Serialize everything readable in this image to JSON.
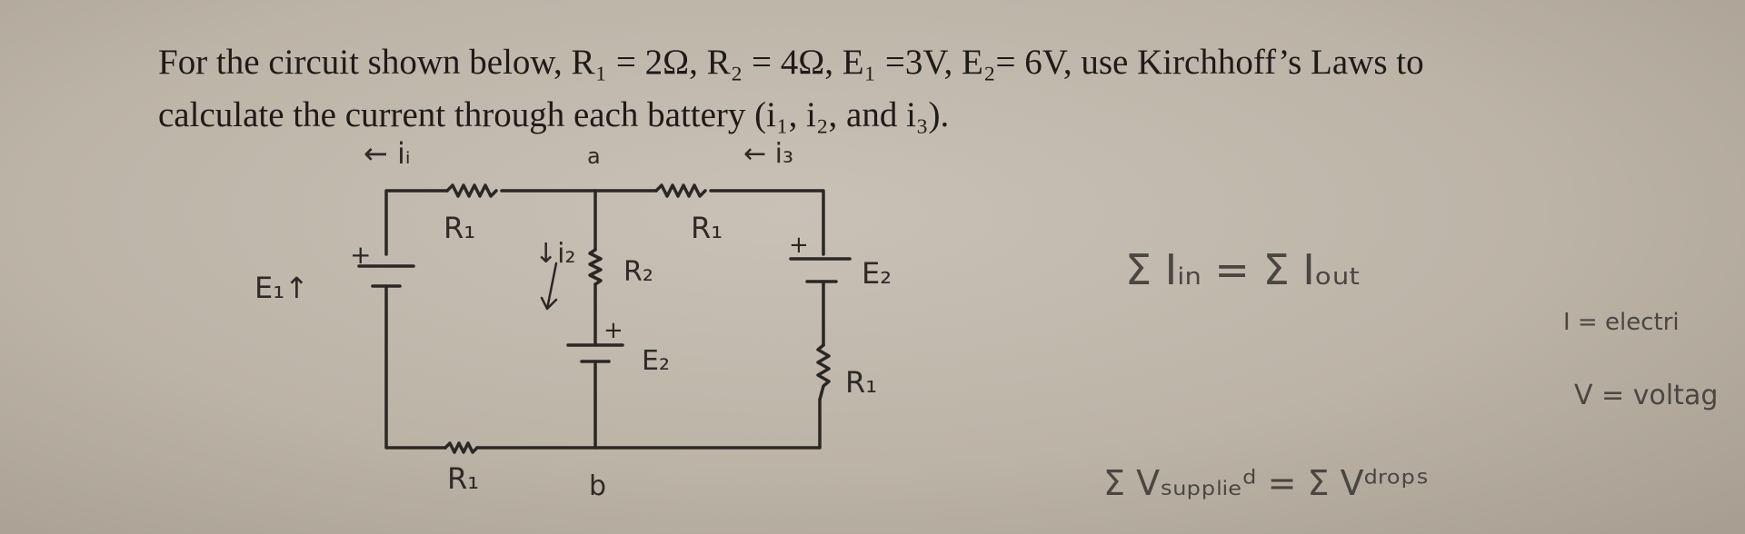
{
  "problem": {
    "line1": "For the circuit shown below,      R₁ = 2Ω,  R₂ = 4Ω, E₁ =3V, E₂= 6V, use Kirchhoff’s Laws to",
    "line2": "calculate the current through each battery (i₁, i₂, and i₃)."
  },
  "circuit": {
    "current_i1": "← iᵢ",
    "node_a": "a",
    "current_i3": "← i₃",
    "label_r1_top_left": "R₁",
    "label_r1_top_right": "R₁",
    "label_i2": "↓i₂",
    "label_r2": "R₂",
    "label_e1": "E₁↑",
    "label_e2_middle": "E₂",
    "label_e2_right": "E₂",
    "label_r1_right": "R₁",
    "label_r1_bottom": "R₁",
    "node_b": "b"
  },
  "notes": {
    "current_law": "Σ Iᵢₙ = Σ Iₒᵤₜ",
    "voltage_law": "Σ Vₛᵤₚₚₗᵢₑᵈ = Σ Vᵈʳᵒᵖˢ",
    "i_definition": "I = electri",
    "v_definition": "V = voltag"
  }
}
